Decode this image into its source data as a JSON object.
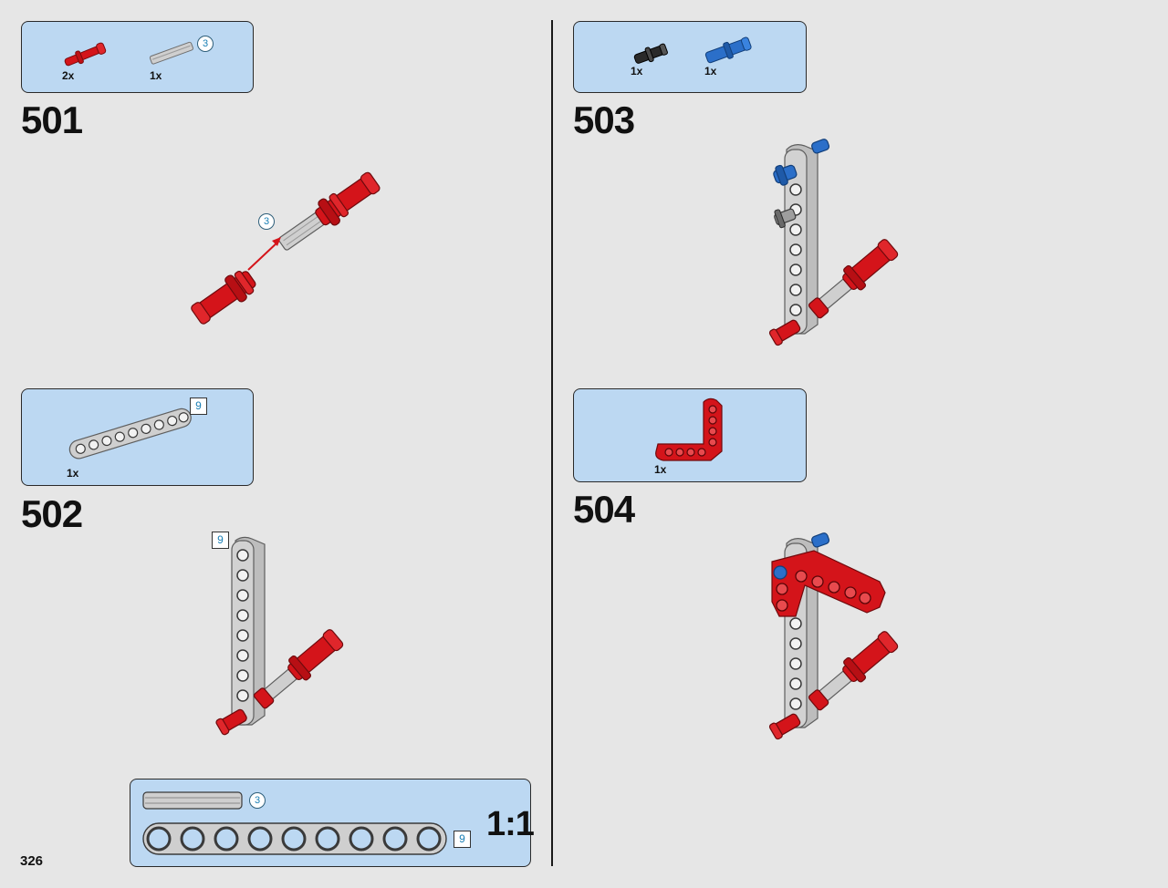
{
  "page": {
    "number": "326"
  },
  "steps": {
    "s501": {
      "number": "501",
      "parts": [
        {
          "qty": "2x",
          "part": "red-axle-pin"
        },
        {
          "qty": "1x",
          "part": "gray-axle",
          "length": "3"
        }
      ],
      "callout_badge": "3"
    },
    "s502": {
      "number": "502",
      "parts": [
        {
          "qty": "1x",
          "part": "gray-beam",
          "length": "9"
        }
      ],
      "callout_badge": "9"
    },
    "s503": {
      "number": "503",
      "parts": [
        {
          "qty": "1x",
          "part": "black-pin"
        },
        {
          "qty": "1x",
          "part": "blue-pin"
        }
      ]
    },
    "s504": {
      "number": "504",
      "parts": [
        {
          "qty": "1x",
          "part": "red-angled-beam"
        }
      ]
    }
  },
  "scale_box": {
    "axle_length": "3",
    "beam_length": "9",
    "ratio": "1:1"
  },
  "colors": {
    "callout_bg": "#bcd8f2",
    "brick_red": "#d4141a",
    "brick_gray": "#c9c9c9",
    "brick_blue": "#2b6fc9",
    "brick_black": "#2a2a2a",
    "badge_text": "#1a7fb5"
  }
}
